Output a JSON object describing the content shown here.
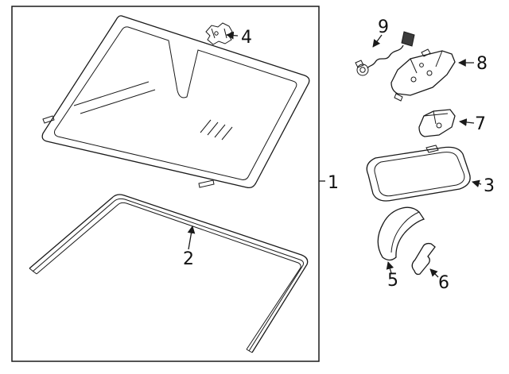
{
  "diagram": {
    "type": "exploded-parts-diagram",
    "subject": "windshield-and-rearview-mirror-parts",
    "colors": {
      "line": "#1a1a1a",
      "background": "#ffffff",
      "label_text": "#111111"
    },
    "callouts": {
      "windshield": "1",
      "reveal_molding": "2",
      "rearview_mirror": "3",
      "mirror_bracket": "4",
      "mirror_cover": "5",
      "mirror_cover_trim": "6",
      "forward_sensor": "7",
      "sensor_bracket": "8",
      "wiring_harness": "9"
    }
  }
}
